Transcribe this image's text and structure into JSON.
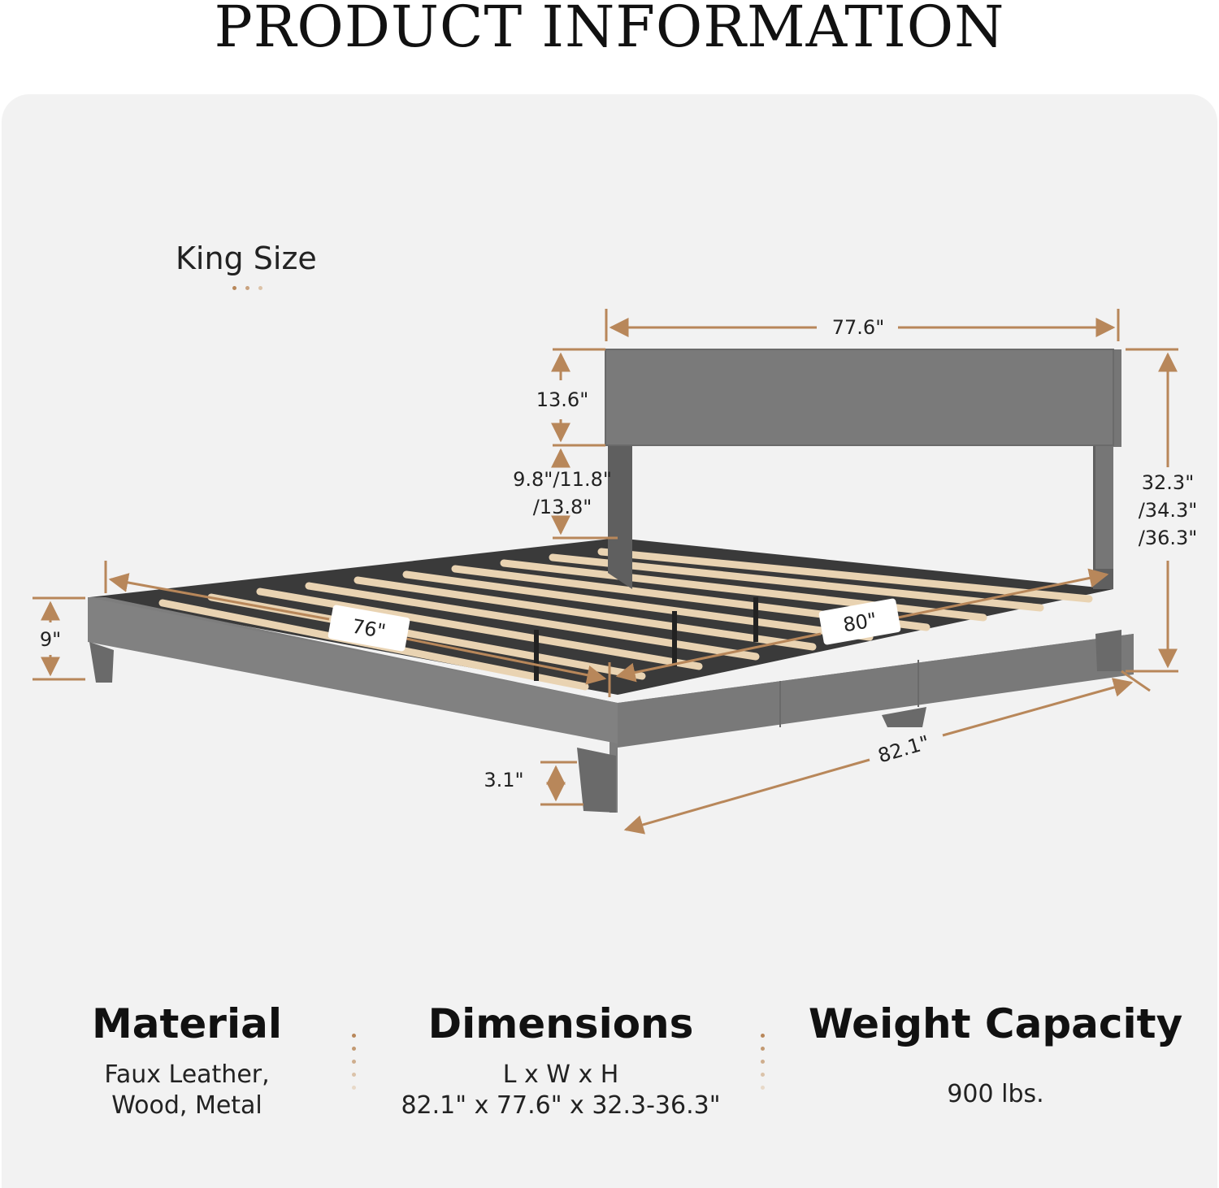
{
  "title": "PRODUCT INFORMATION",
  "size_label": "King Size",
  "colors": {
    "accent": "#b8875a",
    "panel": "#f2f2f2",
    "fabric": "#6e6e6e",
    "slat": "#e9d3b2"
  },
  "dimensions": {
    "headboard_width": "77.6\"",
    "headboard_height": "13.6\"",
    "headboard_gap_line1": "9.8\"/11.8\"",
    "headboard_gap_line2": "/13.8\"",
    "total_height_line1": "32.3\"",
    "total_height_line2": "/34.3\"",
    "total_height_line3": "/36.3\"",
    "rail_height": "9\"",
    "inner_width": "76\"",
    "inner_length": "80\"",
    "overall_length": "82.1\"",
    "leg_height": "3.1\""
  },
  "specs": {
    "material": {
      "title": "Material",
      "line1": "Faux Leather,",
      "line2": "Wood, Metal"
    },
    "dimensions": {
      "title": "Dimensions",
      "line1": "L x W x H",
      "line2": "82.1\" x 77.6\" x 32.3-36.3\""
    },
    "weight": {
      "title": "Weight Capacity",
      "line1": "900 lbs."
    }
  }
}
